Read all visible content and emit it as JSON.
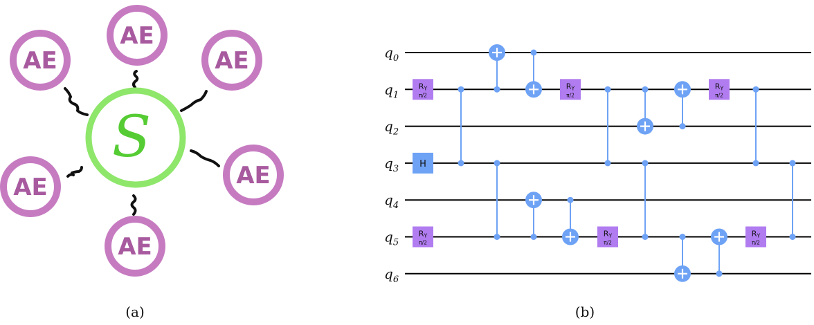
{
  "panel_a": {
    "caption": "(a)",
    "system_label": "S",
    "environment_label": "AE",
    "environment_count": 6,
    "colors": {
      "system_ring": "#8ee66a",
      "system_text": "#55cc33",
      "env_ring": "#c67bc1",
      "env_text": "#a85a9f",
      "squiggle": "#111111"
    }
  },
  "panel_b": {
    "caption": "(b)",
    "qubit_prefix": "q",
    "qubits": [
      "0",
      "1",
      "2",
      "3",
      "4",
      "5",
      "6"
    ],
    "ry_label": "R",
    "ry_sub": "Y",
    "ry_angle": "π/2",
    "h_label": "H",
    "colors": {
      "ry_fill": "#b07cf0",
      "h_fill": "#6ea2f5",
      "ctrl": "#6ea2f5",
      "wire": "#000000"
    },
    "gates": [
      {
        "type": "ry",
        "qubit": 1,
        "step": 0
      },
      {
        "type": "h",
        "qubit": 3,
        "step": 0
      },
      {
        "type": "ry",
        "qubit": 5,
        "step": 0
      },
      {
        "type": "cz",
        "qubits": [
          1,
          3
        ],
        "step": 1
      },
      {
        "type": "cx",
        "control": 1,
        "target": 0,
        "step": 2
      },
      {
        "type": "cz",
        "qubits": [
          3,
          5
        ],
        "step": 2
      },
      {
        "type": "cx",
        "control": 0,
        "target": 1,
        "step": 3
      },
      {
        "type": "cx",
        "control": 5,
        "target": 4,
        "step": 3
      },
      {
        "type": "ry",
        "qubit": 1,
        "step": 4
      },
      {
        "type": "cx",
        "control": 4,
        "target": 5,
        "step": 4
      },
      {
        "type": "cz",
        "qubits": [
          1,
          3
        ],
        "step": 5
      },
      {
        "type": "ry",
        "qubit": 5,
        "step": 5
      },
      {
        "type": "cx",
        "control": 1,
        "target": 2,
        "step": 6
      },
      {
        "type": "cz",
        "qubits": [
          3,
          5
        ],
        "step": 6
      },
      {
        "type": "cx",
        "control": 2,
        "target": 1,
        "step": 7
      },
      {
        "type": "cx",
        "control": 5,
        "target": 6,
        "step": 7
      },
      {
        "type": "ry",
        "qubit": 1,
        "step": 8
      },
      {
        "type": "cx",
        "control": 6,
        "target": 5,
        "step": 8
      },
      {
        "type": "cz",
        "qubits": [
          1,
          3
        ],
        "step": 9
      },
      {
        "type": "ry",
        "qubit": 5,
        "step": 9
      },
      {
        "type": "cz",
        "qubits": [
          3,
          5
        ],
        "step": 10
      }
    ]
  }
}
